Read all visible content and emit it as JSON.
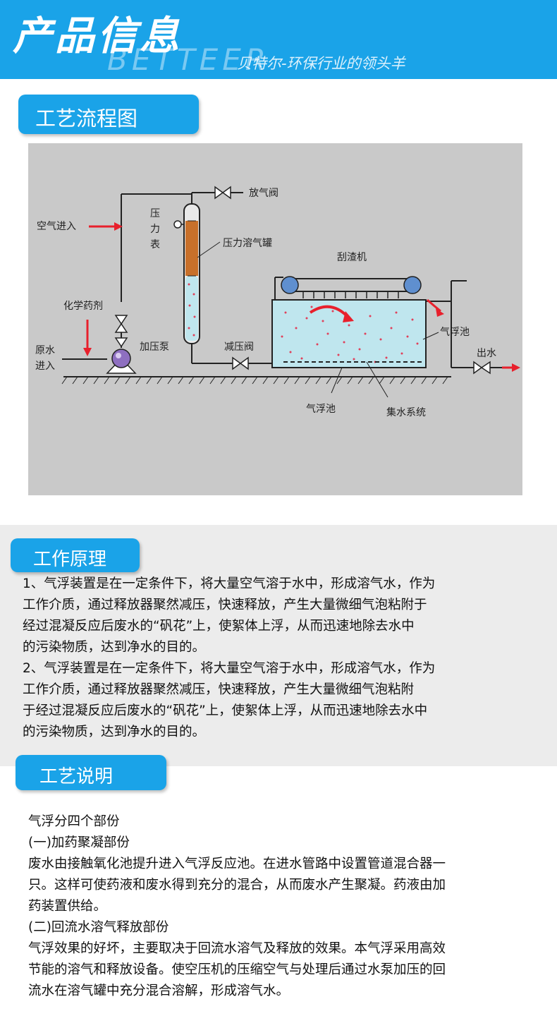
{
  "banner": {
    "title": "产品信息",
    "brand": "BETTEER",
    "slogan": "贝特尔-环保行业的领头羊"
  },
  "section1": {
    "label": "工艺流程图"
  },
  "diagram": {
    "labels": {
      "vent_valve": "放气阀",
      "air_in": "空气进入",
      "gauge_1": "压",
      "gauge_2": "力",
      "gauge_3": "表",
      "tank": "压力溶气罐",
      "scraper": "刮渣机",
      "chemical": "化学药剂",
      "raw_water_1": "原水",
      "raw_water_2": "进入",
      "pump": "加压泵",
      "reducing_valve": "减压阀",
      "pool_right": "气浮池",
      "outlet": "出水",
      "pool_bottom": "气浮池",
      "collection": "集水系统"
    }
  },
  "section2": {
    "label": "工作原理",
    "lines": [
      "1、气浮装置是在一定条件下，将大量空气溶于水中，形成溶气水，作为",
      "工作介质，通过释放器聚然减压，快速释放，产生大量微细气泡粘附于",
      "经过混凝反应后废水的“矾花”上，使絮体上浮，从而迅速地除去水中",
      "的污染物质，达到净水的目的。",
      "2、气浮装置是在一定条件下，将大量空气溶于水中，形成溶气水，作为",
      "工作介质，通过释放器聚然减压，快速释放，产生大量微细气泡粘附",
      "于经过混凝反应后废水的“矾花”上，使絮体上浮，从而迅速地除去水中",
      "的污染物质，达到净水的目的。"
    ]
  },
  "section3": {
    "label": "工艺说明",
    "lines": [
      "气浮分四个部份",
      "(一)加药聚凝部份",
      "废水由接触氧化池提升进入气浮反应池。在进水管路中设置管道混合器一",
      "只。这样可使药液和废水得到充分的混合，从而废水产生聚凝。药液由加",
      "药装置供给。",
      "(二)回流水溶气释放部份",
      "气浮效果的好坏，主要取决于回流水溶气及释放的效果。本气浮采用高效",
      "节能的溶气和释放设备。使空压机的压缩空气与处理后通过水泵加压的回",
      "流水在溶气罐中充分混合溶解，形成溶气水。"
    ]
  },
  "colors": {
    "accent": "#1aa3e8",
    "diagram_bg": "#c9c9c9",
    "water": "#bfe6ee",
    "bubbles": "#e0405a",
    "arrow_red": "#e8202c",
    "tank_brown": "#c8702a"
  }
}
